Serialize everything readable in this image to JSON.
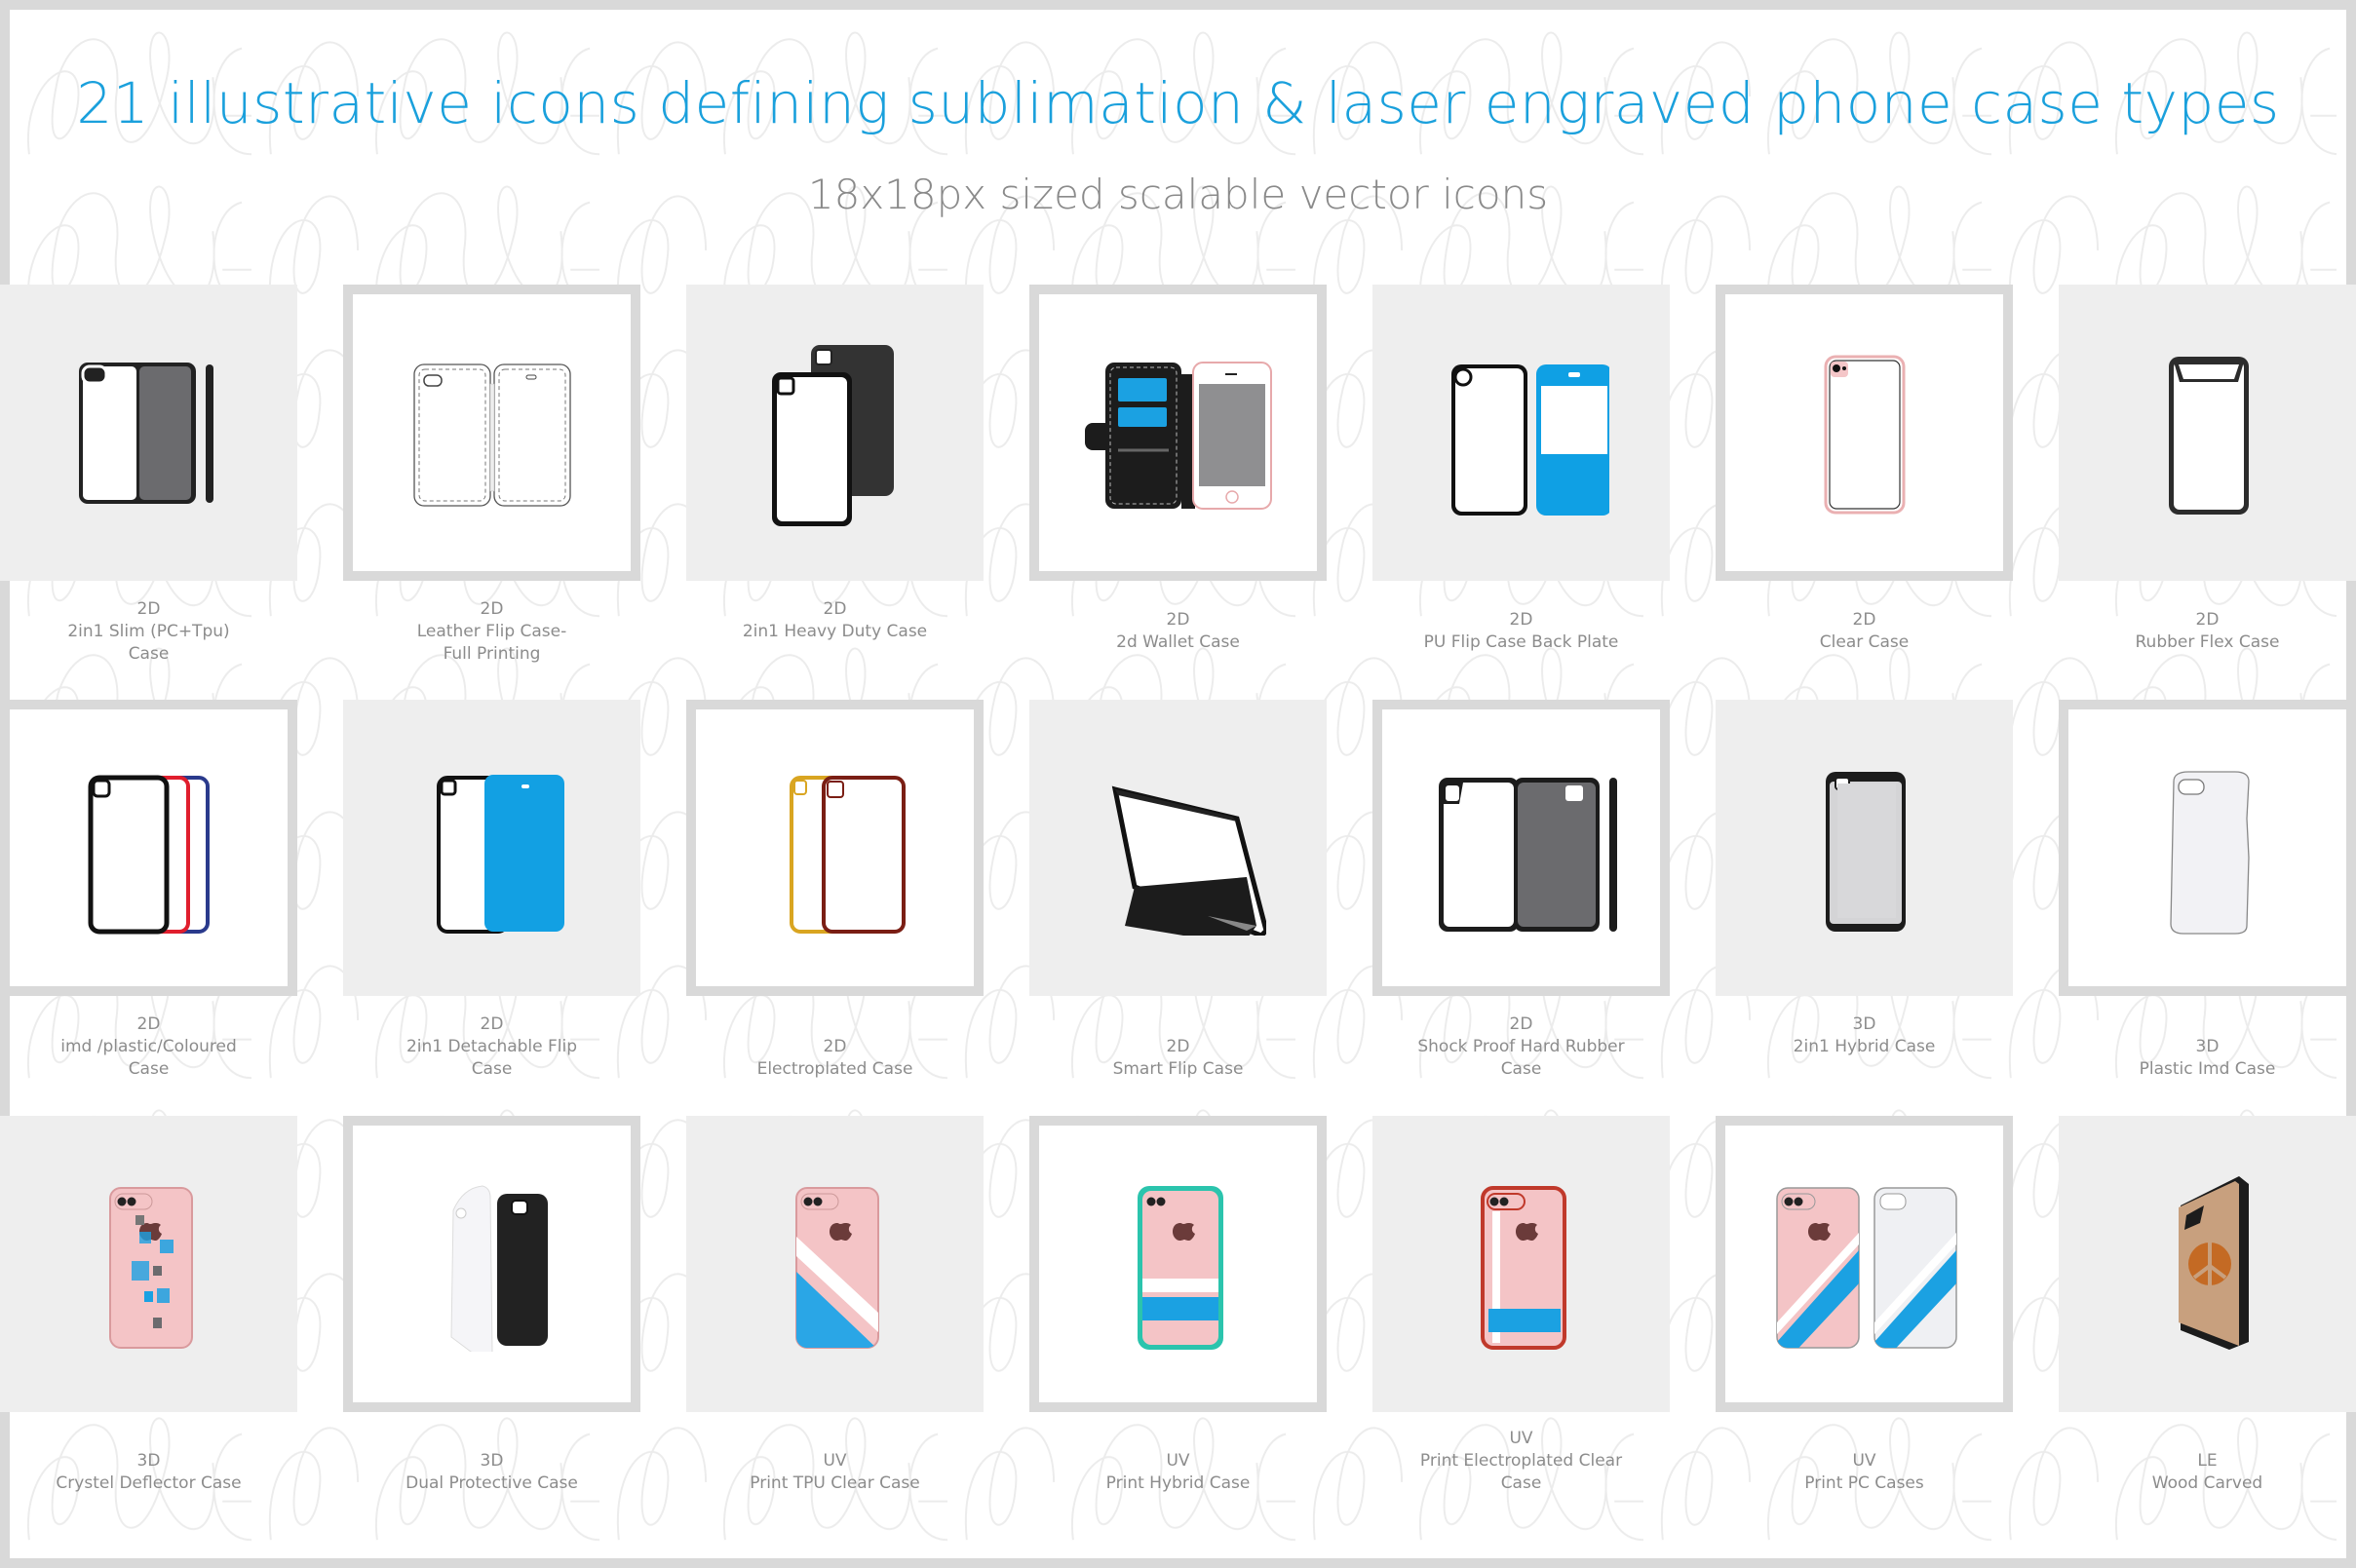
{
  "header": {
    "title": "21 illustrative icons defining sublimation & laser engraved phone case types",
    "subtitle": "18x18px sized scalable vector icons"
  },
  "colors": {
    "title": "#1aa0dc",
    "subtitle": "#8a8a8a",
    "label": "#8c8c8c",
    "cell_fill": "#eeeeee",
    "cell_frame": "#d9d9d9",
    "accent_blue": "#1ba1e2",
    "rose_gold": "#f4c6c8"
  },
  "grid": {
    "rows": 3,
    "columns": 7,
    "items": [
      {
        "type": "2D",
        "name": "2in1 Slim (PC+Tpu)",
        "name2": "Case",
        "icon": "slim-2in1-case-icon"
      },
      {
        "type": "2D",
        "name": "Leather Flip Case-",
        "name2": "Full Printing",
        "icon": "leather-flip-case-icon"
      },
      {
        "type": "2D",
        "name": "2in1 Heavy Duty Case",
        "name2": "",
        "icon": "heavy-duty-case-icon"
      },
      {
        "type": "2D",
        "name": "2d Wallet Case",
        "name2": "",
        "icon": "wallet-case-icon"
      },
      {
        "type": "2D",
        "name": "PU Flip Case Back Plate",
        "name2": "",
        "icon": "pu-flip-case-icon"
      },
      {
        "type": "2D",
        "name": "Clear Case",
        "name2": "",
        "icon": "clear-case-icon"
      },
      {
        "type": "2D",
        "name": "Rubber Flex Case",
        "name2": "",
        "icon": "rubber-flex-case-icon"
      },
      {
        "type": "2D",
        "name": "imd /plastic/Coloured",
        "name2": "Case",
        "icon": "coloured-plastic-case-icon"
      },
      {
        "type": "2D",
        "name": "2in1 Detachable Flip",
        "name2": "Case",
        "icon": "detachable-flip-case-icon"
      },
      {
        "type": "2D",
        "name": "Electroplated Case",
        "name2": "",
        "icon": "electroplated-case-icon"
      },
      {
        "type": "2D",
        "name": "Smart Flip Case",
        "name2": "",
        "icon": "smart-flip-case-icon"
      },
      {
        "type": "2D",
        "name": "Shock Proof Hard Rubber",
        "name2": "Case",
        "icon": "shockproof-case-icon"
      },
      {
        "type": "3D",
        "name": "2in1 Hybrid Case",
        "name2": "",
        "icon": "hybrid-case-icon"
      },
      {
        "type": "3D",
        "name": "Plastic Imd Case",
        "name2": "",
        "icon": "plastic-imd-case-icon"
      },
      {
        "type": "3D",
        "name": "Crystel Deflector Case",
        "name2": "",
        "icon": "crystal-deflector-case-icon"
      },
      {
        "type": "3D",
        "name": "Dual Protective Case",
        "name2": "",
        "icon": "dual-protective-case-icon"
      },
      {
        "type": "UV",
        "name": "Print TPU Clear Case",
        "name2": "",
        "icon": "uv-tpu-clear-case-icon"
      },
      {
        "type": "UV",
        "name": "Print Hybrid Case",
        "name2": "",
        "icon": "uv-hybrid-case-icon"
      },
      {
        "type": "UV",
        "name": "Print Electroplated Clear",
        "name2": "Case",
        "icon": "uv-electroplated-case-icon"
      },
      {
        "type": "UV",
        "name": "Print PC Cases",
        "name2": "",
        "icon": "uv-pc-cases-icon"
      },
      {
        "type": "LE",
        "name": "Wood Carved",
        "name2": "",
        "icon": "wood-carved-case-icon"
      }
    ]
  }
}
